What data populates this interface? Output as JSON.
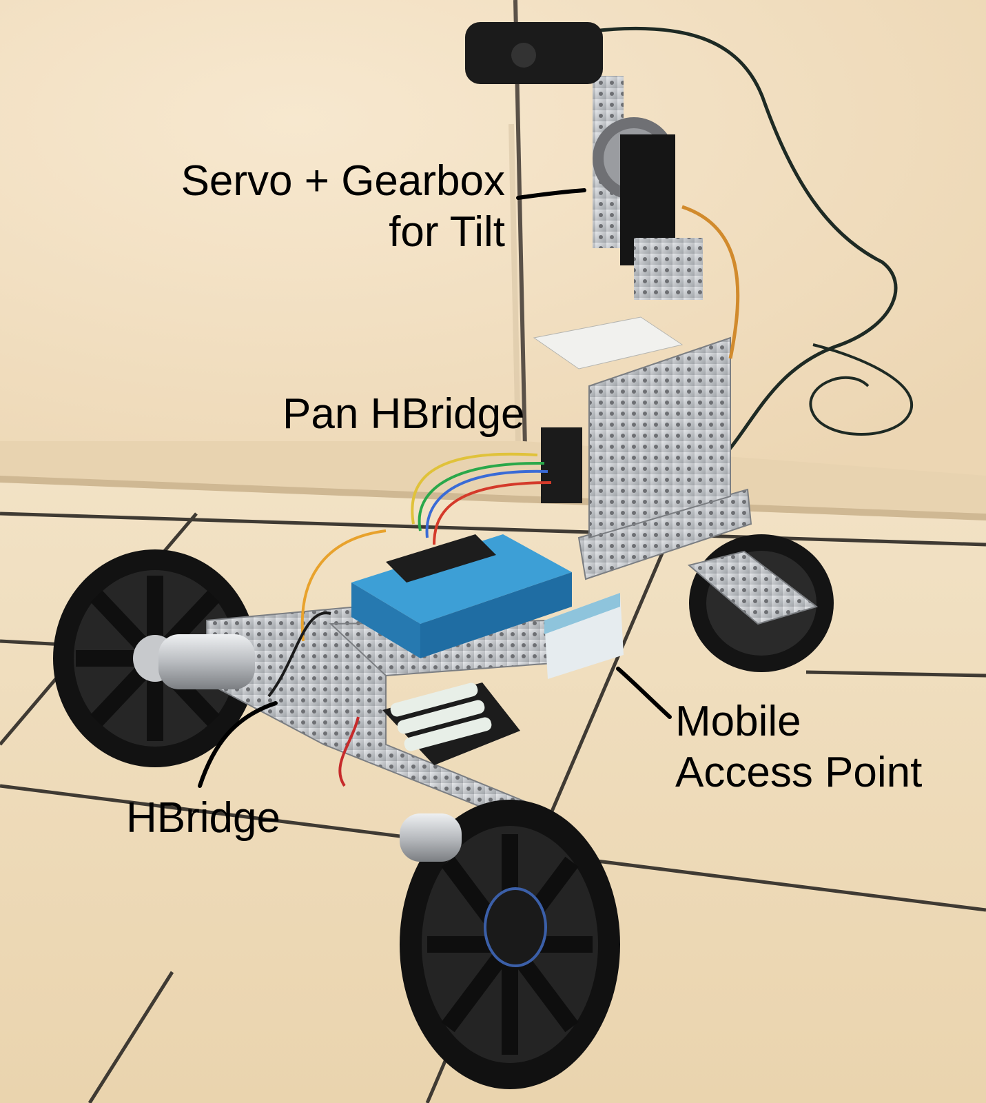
{
  "callouts": {
    "servo_tilt": {
      "line1": "Servo + Gearbox",
      "line2": "for Tilt"
    },
    "pan_hbridge": "Pan HBridge",
    "access_point": {
      "line1": "Mobile",
      "line2": "Access Point"
    },
    "hbridge": "HBridge"
  },
  "colors": {
    "wall": "#f3e2c6",
    "floor_tile": "#efdcbc",
    "grout": "#3e3a34",
    "aluminum": "#c9ccd0",
    "wheel": "#151515",
    "housing_blue": "#2f8fc8",
    "access_point_white": "#e9eef1",
    "label_text": "#000000"
  }
}
